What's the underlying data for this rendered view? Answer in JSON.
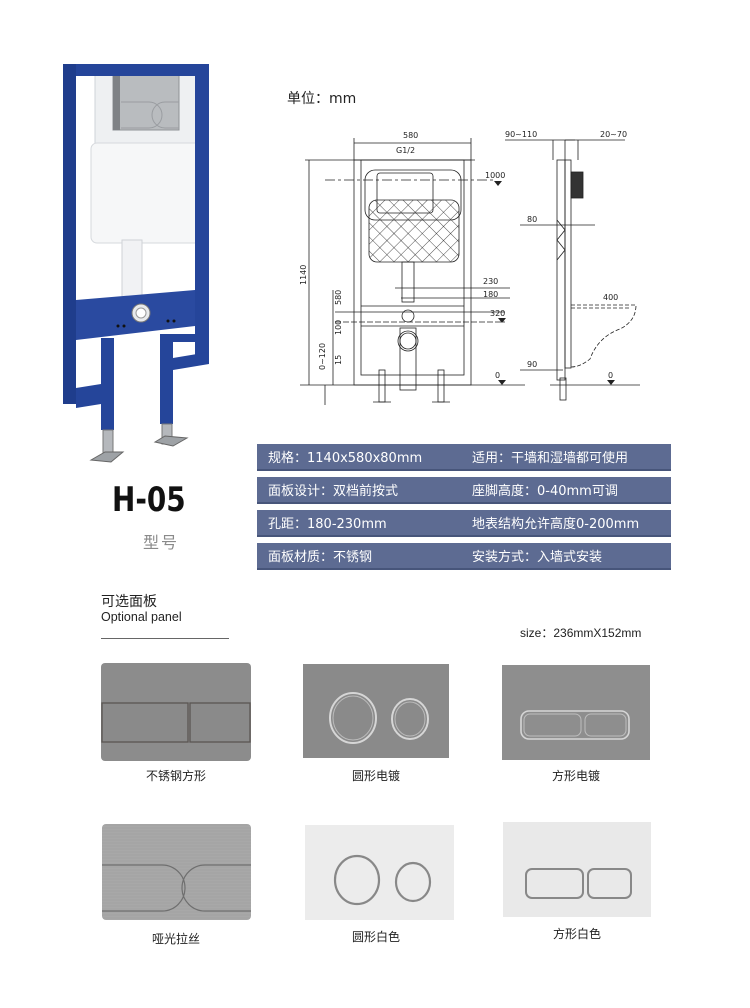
{
  "product": {
    "model_code": "H-05",
    "model_label": "型号",
    "frame_color": "#25459a",
    "photo_alt": "concealed-cistern-frame"
  },
  "drawing": {
    "unit_label": "单位：mm",
    "front_view": {
      "width_dim": "580",
      "inlet_label": "G1/2",
      "total_height_dim": "1140",
      "button_height_mark": "1000",
      "mid_height_dim": "580",
      "hole_spacing_outer": "230",
      "hole_spacing_inner": "180",
      "outlet_height_mark": "320",
      "outlet_offset_dim": "100",
      "foot_adjust_dim": "0~120",
      "foot_base_dim": "15",
      "floor_mark": "0"
    },
    "side_view": {
      "front_depth_dim": "90~110",
      "panel_depth_dim": "20~70",
      "frame_depth_dim": "80",
      "toilet_projection_dim": "400",
      "foot_depth_dim": "90",
      "floor_mark": "0"
    }
  },
  "specs": {
    "bar_color": "#5d6b92",
    "rows": [
      {
        "left": "规格：1140x580x80mm",
        "right": "适用：干墙和湿墙都可使用"
      },
      {
        "left": "面板设计：双档前按式",
        "right": "座脚高度：0-40mm可调"
      },
      {
        "left": "孔距：180-230mm",
        "right": "地表结构允许高度0-200mm"
      },
      {
        "left": "面板材质：不锈钢",
        "right": "安装方式：入墙式安装"
      }
    ]
  },
  "optional_panel": {
    "title_cn": "可选面板",
    "title_en": "Optional panel",
    "size_label": "size：236mmX152mm",
    "panels": [
      {
        "caption": "不锈钢方形",
        "style": "square-rect",
        "finish": "stainless",
        "color": "#8c8c8c"
      },
      {
        "caption": "圆形电镀",
        "style": "round",
        "finish": "chrome-grey",
        "color": "#8a8a8a"
      },
      {
        "caption": "方形电镀",
        "style": "rounded-rect",
        "finish": "chrome-grey",
        "color": "#8e8e8e"
      },
      {
        "caption": "哑光拉丝",
        "style": "oval",
        "finish": "brushed",
        "color": "#a6a6a6"
      },
      {
        "caption": "圆形白色",
        "style": "round",
        "finish": "white",
        "color": "#ececec"
      },
      {
        "caption": "方形白色",
        "style": "rounded-rect",
        "finish": "white",
        "color": "#e9e9e9"
      }
    ]
  }
}
